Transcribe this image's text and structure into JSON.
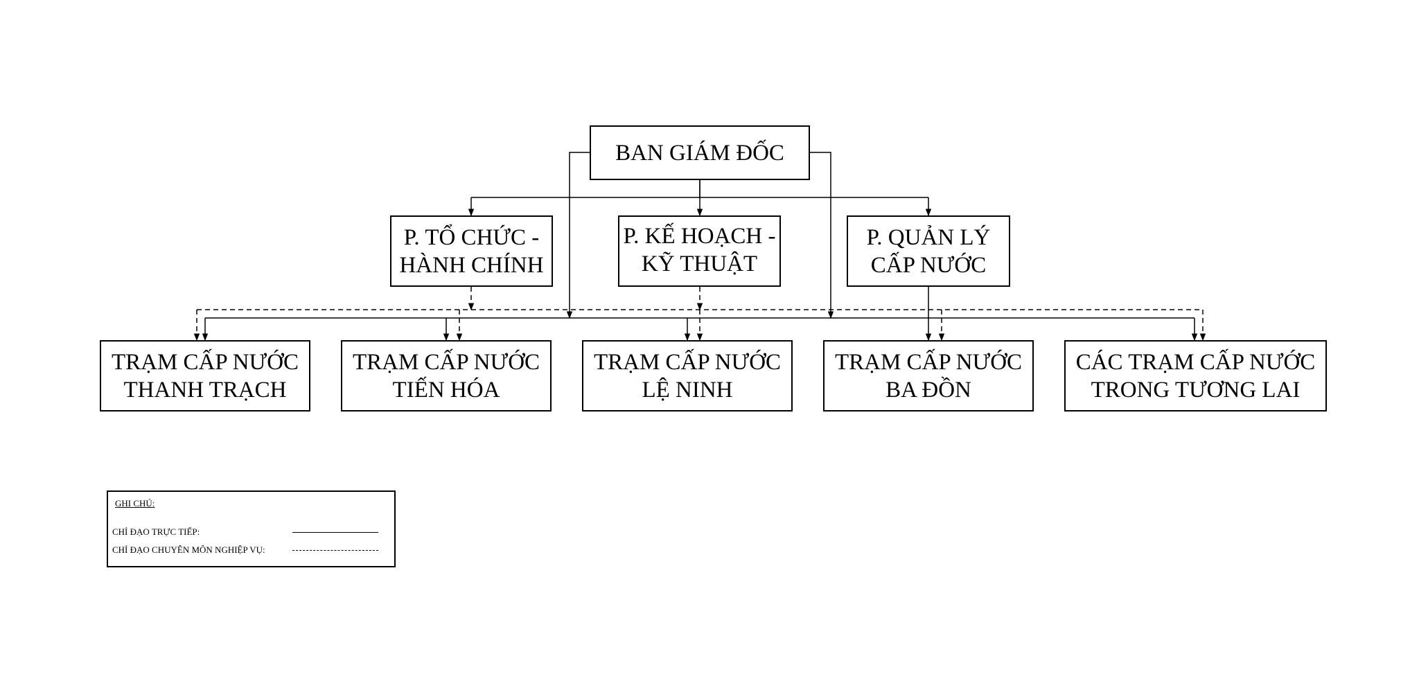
{
  "director": {
    "line1": "BAN GIÁM ĐỐC"
  },
  "departments": [
    {
      "line1": "P. TỔ CHỨC -",
      "line2": "HÀNH CHÍNH"
    },
    {
      "line1": "P. KẾ HOẠCH -",
      "line2": "KỸ THUẬT"
    },
    {
      "line1": "P. QUẢN LÝ",
      "line2": "CẤP NƯỚC"
    }
  ],
  "stations": [
    {
      "line1": "TRẠM CẤP NƯỚC",
      "line2": "THANH TRẠCH"
    },
    {
      "line1": "TRẠM CẤP NƯỚC",
      "line2": "TIẾN HÓA"
    },
    {
      "line1": "TRẠM CẤP NƯỚC",
      "line2": "LỆ NINH"
    },
    {
      "line1": "TRẠM CẤP NƯỚC",
      "line2": "BA ĐỒN"
    },
    {
      "line1": "CÁC TRẠM CẤP NƯỚC",
      "line2": "TRONG TƯƠNG LAI"
    }
  ],
  "legend": {
    "title": "GHI CHÚ:",
    "direct_label": "CHỈ ĐẠO TRỰC TIẾP:",
    "professional_label": "CHỈ ĐẠO CHUYÊN MÔN  NGHIỆP VỤ:"
  }
}
